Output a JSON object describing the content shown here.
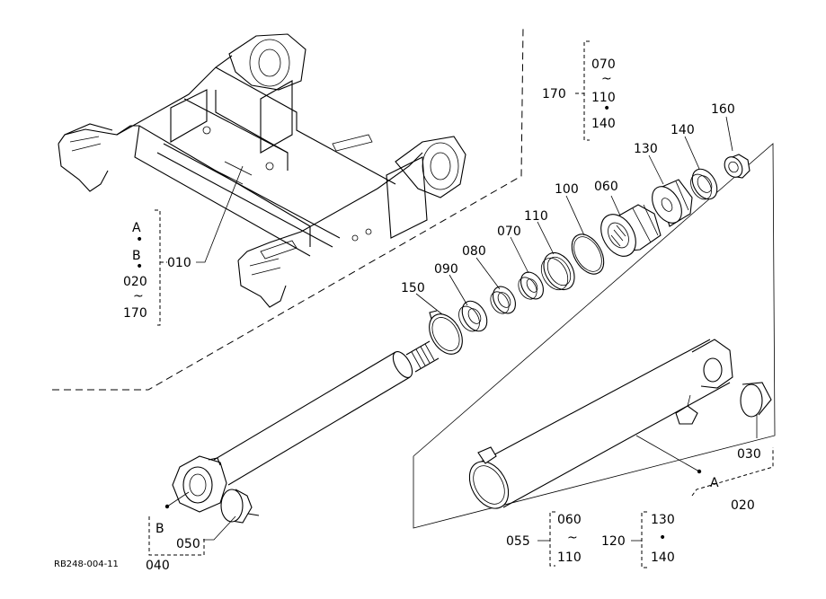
{
  "diagram_id": "RB248-004-11",
  "callouts": {
    "c010": "010",
    "c020": "020",
    "c030": "030",
    "c040": "040",
    "c050": "050",
    "c055": "055",
    "c060": "060",
    "c070": "070",
    "c080": "080",
    "c090": "090",
    "c100": "100",
    "c110": "110",
    "c120": "120",
    "c130": "130",
    "c140": "140",
    "c150": "150",
    "c160": "160",
    "c170": "170"
  },
  "markers": {
    "a": "A",
    "b": "B",
    "dot": "•",
    "tilde": "~"
  },
  "groups": {
    "g010": [
      "A",
      "•",
      "B",
      "•",
      "020",
      "~",
      "170"
    ],
    "g170": [
      "070",
      "~",
      "110",
      "•",
      "140"
    ],
    "g055": [
      "060",
      "~",
      "110"
    ],
    "g120": [
      "130",
      "•",
      "140"
    ]
  }
}
